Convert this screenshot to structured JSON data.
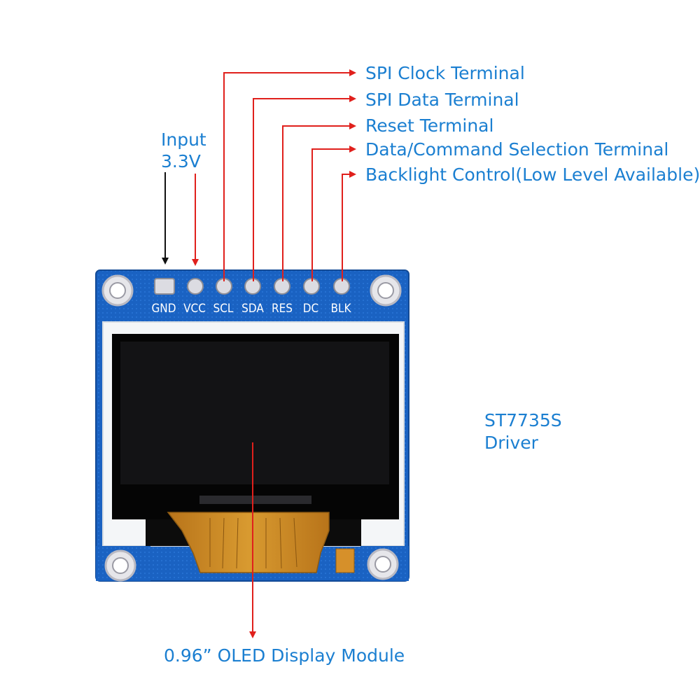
{
  "module": {
    "pins": [
      "GND",
      "VCC",
      "SCL",
      "SDA",
      "RES",
      "DC",
      "BLK"
    ]
  },
  "callouts": {
    "scl": "SPI Clock Terminal",
    "sda": "SPI Data Terminal",
    "res": "Reset Terminal",
    "dc": "Data/Command Selection Terminal",
    "blk": "Backlight Control(Low Level Available)",
    "input_line1": "Input",
    "input_line2": "3.3V",
    "driver_line1": "ST7735S",
    "driver_line2": "Driver",
    "display": "0.96”  OLED Display Module"
  },
  "colors": {
    "label_blue": "#1b7fd1",
    "arrow_red": "#e0201c",
    "arrow_black": "#111111",
    "pcb_blue": "#1b63c4",
    "screen_black": "#0a0a0a",
    "flex_cable": "#c8861e"
  }
}
